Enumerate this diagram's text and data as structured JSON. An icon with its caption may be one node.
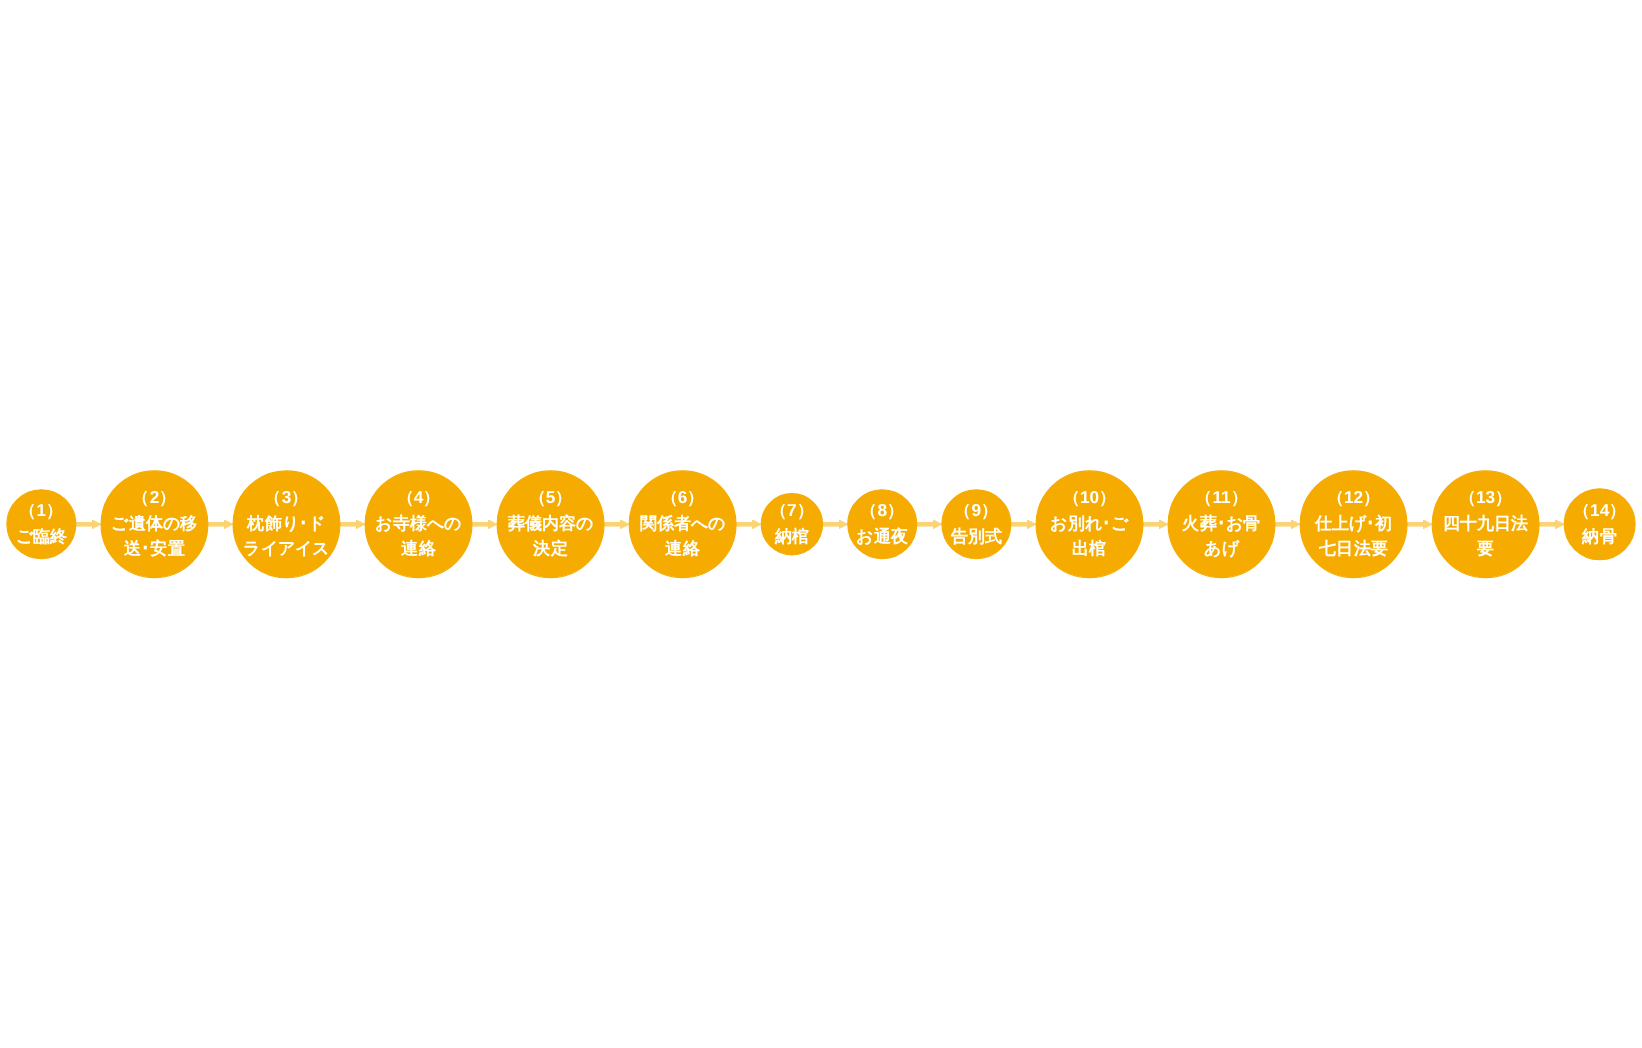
{
  "diagram": {
    "nodes": [
      {
        "text": [
          "（1）",
          "ご臨終"
        ]
      },
      {
        "text": [
          "（2）",
          "ご遺体の移送･安置"
        ]
      },
      {
        "text": [
          "（3）",
          "枕飾り･ドライアイス"
        ]
      },
      {
        "text": [
          "（4）",
          "お寺様への連絡"
        ]
      },
      {
        "text": [
          "（5）",
          "葬儀内容の決定"
        ]
      },
      {
        "text": [
          "（6）",
          "関係者への連絡"
        ]
      },
      {
        "text": [
          "（7）",
          "納棺"
        ]
      },
      {
        "text": [
          "（8）",
          "お通夜"
        ]
      },
      {
        "text": [
          "（9）",
          "告別式"
        ]
      },
      {
        "text": [
          "（10）",
          "お別れ･ご出棺"
        ]
      },
      {
        "text": [
          "（11）",
          "火葬･お骨あげ"
        ]
      },
      {
        "text": [
          "（12）",
          "仕上げ･初七日法要"
        ]
      },
      {
        "text": [
          "（13）",
          "四十九日法要"
        ]
      },
      {
        "text": [
          "（14）",
          "納骨"
        ]
      }
    ],
    "edges": [
      {
        "from": 0,
        "to": 1,
        "arrow": "to"
      },
      {
        "from": 1,
        "to": 2,
        "arrow": "to"
      },
      {
        "from": 2,
        "to": 3,
        "arrow": "to"
      },
      {
        "from": 3,
        "to": 4,
        "arrow": "to"
      },
      {
        "from": 4,
        "to": 5,
        "arrow": "to"
      },
      {
        "from": 5,
        "to": 6,
        "arrow": "to"
      },
      {
        "from": 6,
        "to": 7,
        "arrow": "to"
      },
      {
        "from": 7,
        "to": 8,
        "arrow": "to"
      },
      {
        "from": 8,
        "to": 9,
        "arrow": "to"
      },
      {
        "from": 9,
        "to": 10,
        "arrow": "to"
      },
      {
        "from": 10,
        "to": 11,
        "arrow": "to"
      },
      {
        "from": 11,
        "to": 12,
        "arrow": "to"
      },
      {
        "from": 12,
        "to": 13,
        "arrow": "to"
      }
    ]
  }
}
